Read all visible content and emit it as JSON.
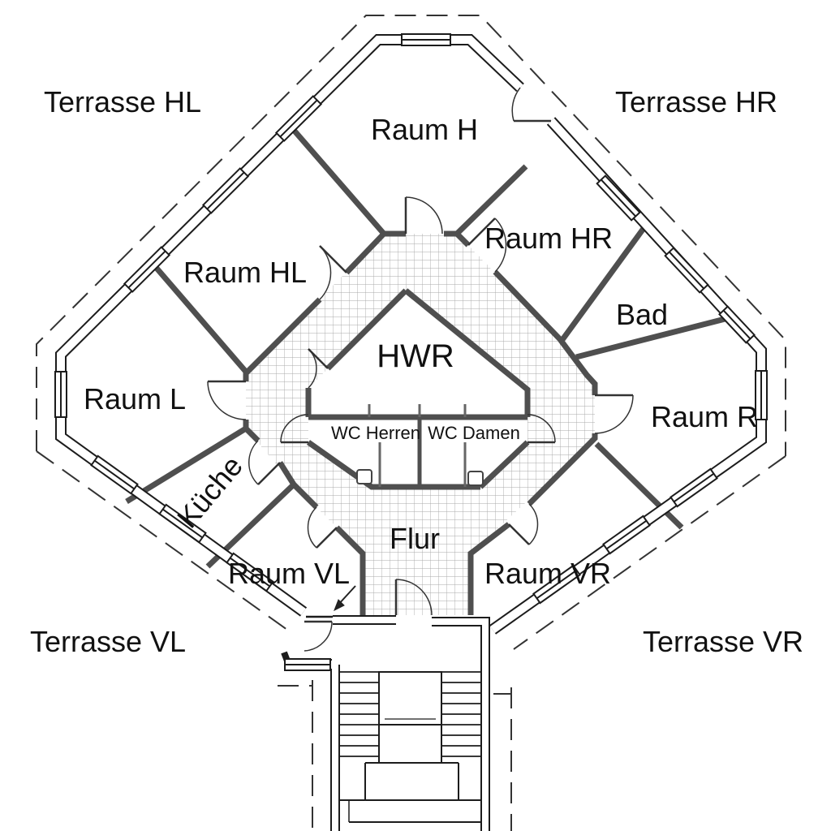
{
  "plan": {
    "type": "floor-plan",
    "language": "de",
    "labels": {
      "terrasse_hl": "Terrasse HL",
      "terrasse_hr": "Terrasse HR",
      "terrasse_vl": "Terrasse VL",
      "terrasse_vr": "Terrasse VR",
      "raum_h": "Raum H",
      "raum_hl": "Raum HL",
      "raum_hr": "Raum HR",
      "bad": "Bad",
      "hwr": "HWR",
      "raum_l": "Raum L",
      "raum_r": "Raum R",
      "wc_herren": "WC Herren",
      "wc_damen": "WC Damen",
      "kueche": "Küche",
      "flur": "Flur",
      "raum_vl": "Raum VL",
      "raum_vr": "Raum VR"
    },
    "colors": {
      "background": "#ffffff",
      "exterior_wall_line": "#1c1c1c",
      "interior_wall": "#4f4f4f",
      "hatch_grid": "#a8a8a8",
      "dashed_terrace_line": "#333333",
      "text": "#111111"
    }
  }
}
